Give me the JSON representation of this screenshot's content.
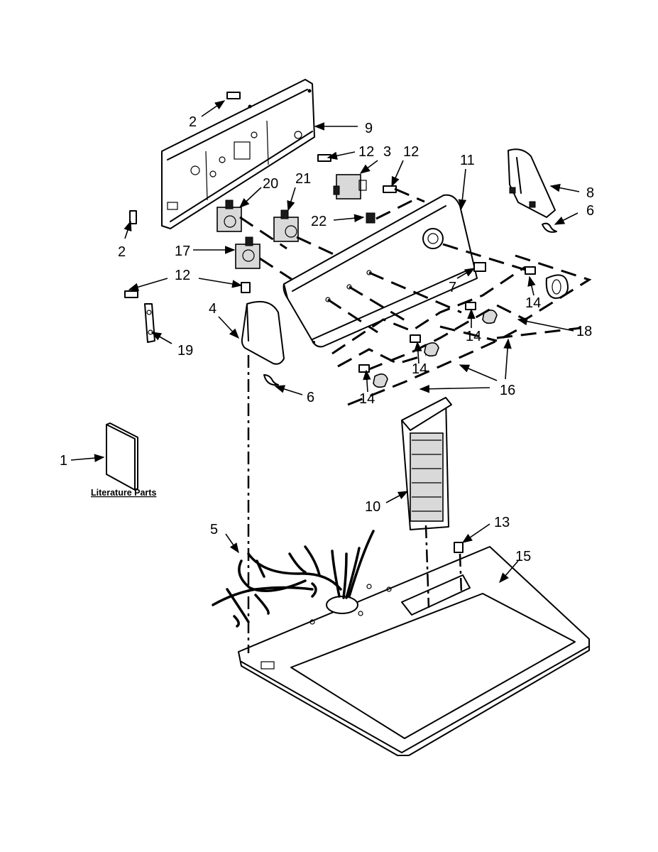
{
  "diagram": {
    "callouts": {
      "c1": "1",
      "c2a": "2",
      "c2b": "2",
      "c3": "3",
      "c4": "4",
      "c5": "5",
      "c6a": "6",
      "c6b": "6",
      "c7": "7",
      "c8": "8",
      "c9": "9",
      "c10": "10",
      "c11": "11",
      "c12a": "12",
      "c12b": "12",
      "c12c": "12",
      "c13": "13",
      "c14a": "14",
      "c14b": "14",
      "c14c": "14",
      "c14d": "14",
      "c15": "15",
      "c16": "16",
      "c17": "17",
      "c18": "18",
      "c19": "19",
      "c20": "20",
      "c21": "21",
      "c22": "22"
    },
    "literature_label": "Literature Parts"
  }
}
